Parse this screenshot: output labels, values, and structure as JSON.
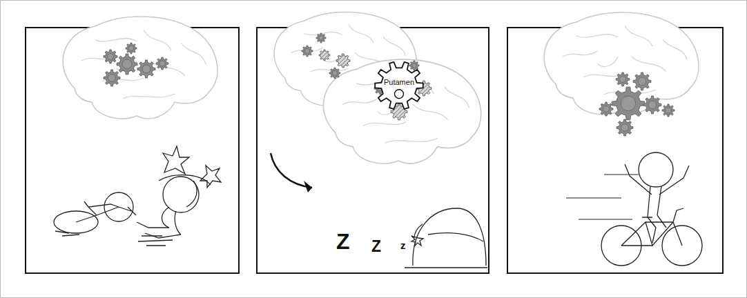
{
  "diagram": {
    "nodes": [
      {
        "text": [
          "Putamen"
        ]
      }
    ],
    "labels": [
      "Z",
      "Z",
      "z"
    ]
  }
}
